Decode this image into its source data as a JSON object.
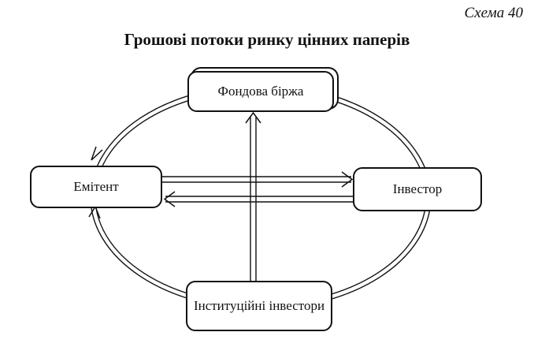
{
  "scheme_label": "Схема 40",
  "title": "Грошові потоки ринку цінних паперів",
  "nodes": {
    "exchange": "Фондова біржа",
    "issuer": "Емітент",
    "investor": "Інвестор",
    "institutional": "Інституційні інвестори"
  }
}
